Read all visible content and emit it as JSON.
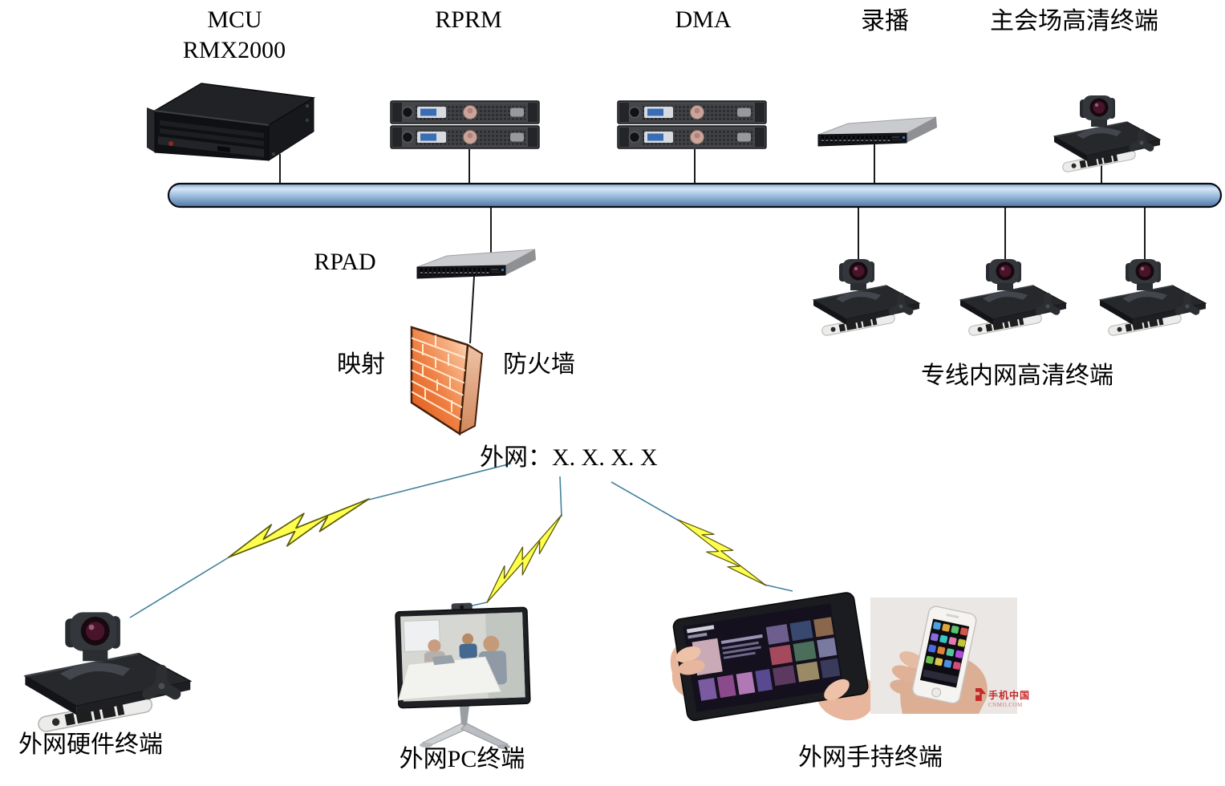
{
  "labels": {
    "mcu_line1": "MCU",
    "mcu_line2": "RMX2000",
    "rprm": "RPRM",
    "dma": "DMA",
    "recording": "录播",
    "main_venue": "主会场高清终端",
    "rpad": "RPAD",
    "mapping": "映射",
    "firewall": "防火墙",
    "external_network": "外网：X. X. X. X",
    "dedicated_terminals": "专线内网高清终端",
    "external_hardware": "外网硬件终端",
    "external_pc": "外网PC终端",
    "external_handheld": "外网手持终端"
  },
  "watermark": {
    "brand": "手机中国",
    "site": "CNMO.COM"
  },
  "colors": {
    "bus_fill": "#8fb2d6",
    "bus_border": "#0b0b14",
    "firewall_orange": "#ef7f42",
    "lightning_yellow": "#ffff4e",
    "connector_black": "#1a1a1a",
    "external_link_blue": "#44809b"
  }
}
